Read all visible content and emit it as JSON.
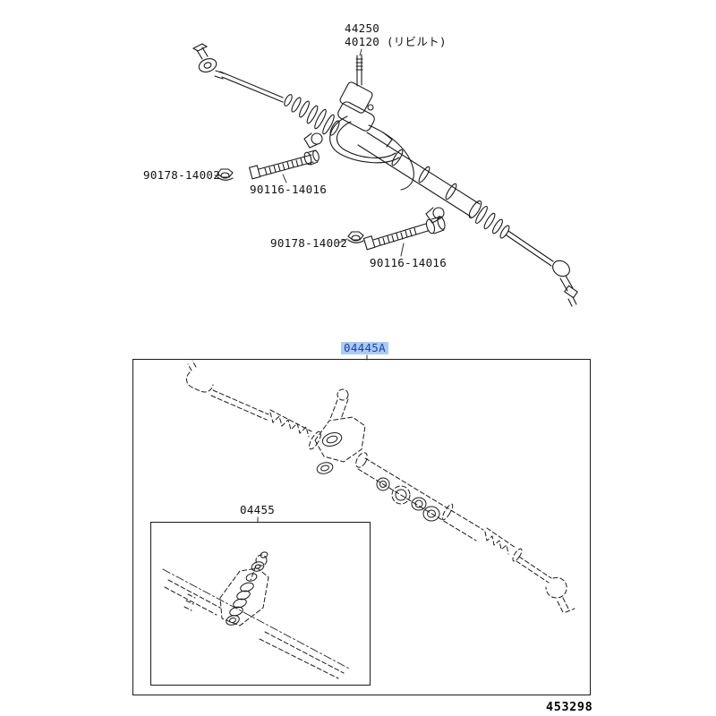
{
  "page": {
    "diagram_number": "453298"
  },
  "callouts": {
    "assembly": {
      "line1": "44250",
      "line2": "40120 (リビルト)"
    },
    "nut_upper": "90178-14002",
    "bolt_upper": "90116-14016",
    "nut_lower": "90178-14002",
    "bolt_lower": "90116-14016",
    "gasket_kit": "04445A",
    "valve_kit": "04455"
  },
  "colors": {
    "line": "#1a1a1a",
    "highlight_background": "#a8cdf2",
    "highlight_text": "#1f3db4"
  }
}
